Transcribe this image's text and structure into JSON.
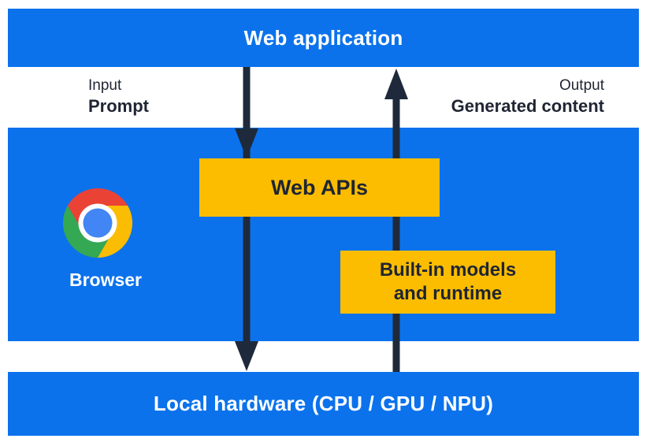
{
  "colors": {
    "blue": "#0B72EC",
    "yellow": "#FCBD00",
    "arrow": "#1E2A3B",
    "dark_text": "#1F2533",
    "white_text": "#FFFFFF",
    "chrome_red": "#EA4335",
    "chrome_green": "#34A853",
    "chrome_yellow": "#FBBC04",
    "chrome_blue": "#4285F4"
  },
  "diagram": {
    "top_layer": {
      "label": "Web application"
    },
    "flow_labels": {
      "input_title": "Input",
      "input_value": "Prompt",
      "output_title": "Output",
      "output_value": "Generated content"
    },
    "browser_layer": {
      "label": "Browser",
      "web_apis": "Web APIs",
      "builtin_models_line1": "Built-in models",
      "builtin_models_line2": "and runtime"
    },
    "hardware_layer": {
      "label": "Local hardware (CPU / GPU / NPU)"
    }
  }
}
